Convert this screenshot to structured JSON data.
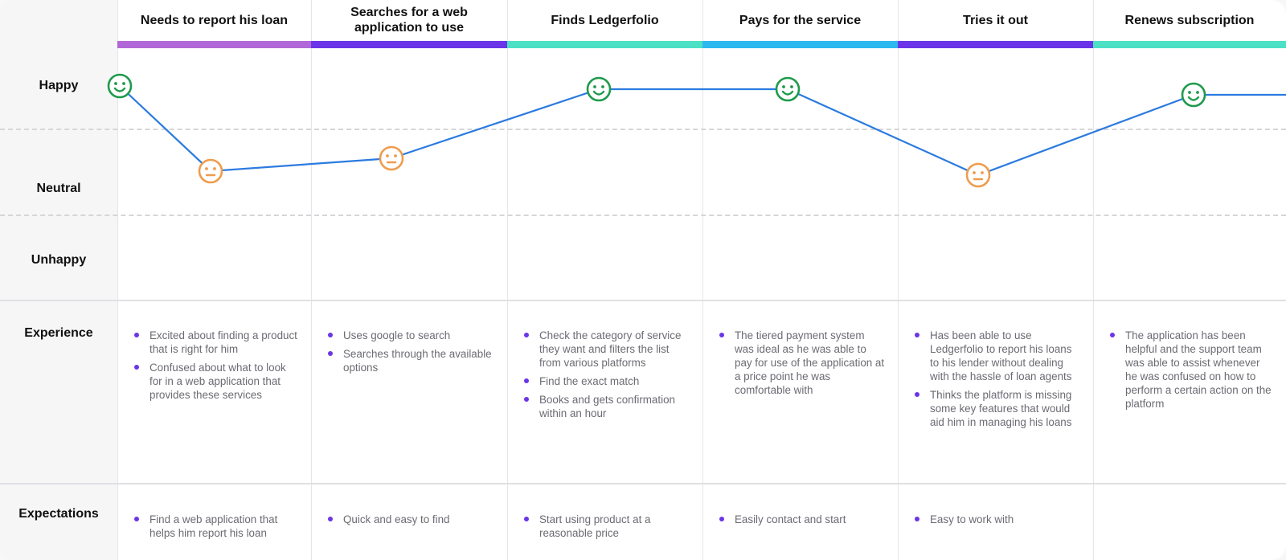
{
  "row_labels": {
    "happy": "Happy",
    "neutral": "Neutral",
    "unhappy": "Unhappy",
    "experience": "Experience",
    "expectations": "Expectations"
  },
  "stages": [
    {
      "title": "Needs to report his loan",
      "bar_color": "#b267d8",
      "emotion": "happy",
      "experience": [
        "Excited about finding a product that is right for him",
        "Confused about what to look for in a web application that provides these services"
      ],
      "expectations": [
        "Find a web application that helps him report his loan"
      ]
    },
    {
      "title": "Searches for a web application to use",
      "bar_color": "#6a35e8",
      "emotion": "neutral",
      "experience": [
        "Uses google to search",
        "Searches through the available options"
      ],
      "expectations": [
        "Quick and easy to find"
      ]
    },
    {
      "title": "Finds Ledgerfolio",
      "bar_color": "#4ce0c4",
      "emotion": "happy",
      "experience": [
        "Check the category of service they want and filters the list from various platforms",
        "Find the exact match",
        "Books and gets confirmation within an hour"
      ],
      "expectations": [
        "Start using product at a reasonable price"
      ]
    },
    {
      "title": "Pays for the service",
      "bar_color": "#2bb9f0",
      "emotion": "happy",
      "experience": [
        "The tiered payment system was ideal as he was able to pay for use of the application at a price point he was comfortable with"
      ],
      "expectations": [
        "Easily contact and start"
      ]
    },
    {
      "title": "Tries it out",
      "bar_color": "#6a35e8",
      "emotion": "neutral",
      "experience": [
        "Has been able to use Ledgerfolio to report his loans to his lender without dealing with the hassle of loan agents",
        "Thinks the platform is missing some key features that would aid him in managing his loans"
      ],
      "expectations": [
        "Easy to work with"
      ]
    },
    {
      "title": "Renews subscription",
      "bar_color": "#4ce0c4",
      "emotion": "happy",
      "experience": [
        "The application has been helpful and the support team was able to assist whenever he was confused on how to perform a certain action on the platform"
      ],
      "expectations": []
    }
  ],
  "colors": {
    "happy": "#1f9a4c",
    "neutral": "#ef9c4d",
    "line": "#2b7be0",
    "bullet": "#6a35e8"
  },
  "icons": {
    "happy": "smiling-face-icon",
    "neutral": "neutral-face-icon"
  }
}
